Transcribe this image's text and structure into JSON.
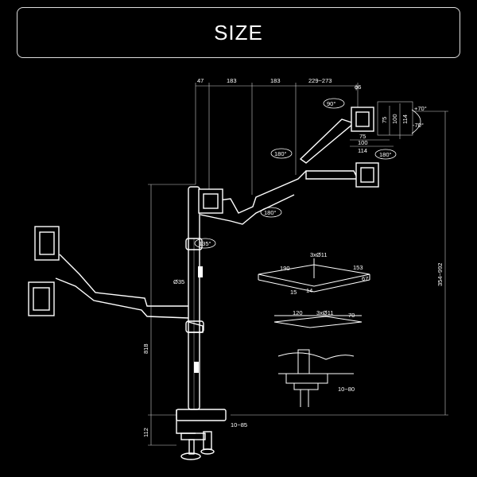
{
  "title": "SIZE",
  "dims": {
    "top_47": "47",
    "top_183a": "183",
    "top_183b": "183",
    "top_229": "229~273",
    "d6": "ϕ6",
    "rot90": "90°",
    "plus70": "+70°",
    "minus70": "-70°",
    "v75": "75",
    "v100": "100",
    "v114": "114",
    "h75": "75",
    "h100": "100",
    "h114": "114",
    "rot180a": "180°",
    "rot180b": "180°",
    "rot180c": "180°",
    "rot135": "135°",
    "pole_d": "Ø35",
    "h818": "818",
    "h112": "112",
    "h354": "354~992",
    "p190": "190",
    "p153": "153",
    "p3x11a": "3xØ11",
    "p15": "15",
    "p14": "14",
    "p67": "67",
    "p120": "120",
    "p3x11b": "3xØ11",
    "p70": "70",
    "clamp_1080": "10~80",
    "clamp_1085": "10~85"
  }
}
